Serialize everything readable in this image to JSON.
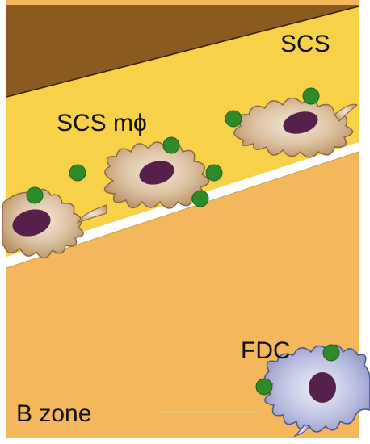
{
  "labels": {
    "scs": "SCS",
    "scs_macrophage": "SCS mϕ",
    "fdc": "FDC",
    "b_zone": "B zone"
  },
  "colors": {
    "capsule": "#8b5a1f",
    "sinus": "#f7d148",
    "b_zone": "#f4b75b",
    "macrophage_body": "#d8bb97",
    "macrophage_nucleus": "#55204a",
    "antigen": "#2f8b2a",
    "fdc_body": "#aeb3d8",
    "fdc_nucleus": "#55204a",
    "border": "#111111"
  },
  "icons": {
    "macrophage": "macrophage-cell-icon",
    "fdc": "fdc-cell-icon",
    "antigen": "antigen-particle-icon"
  }
}
